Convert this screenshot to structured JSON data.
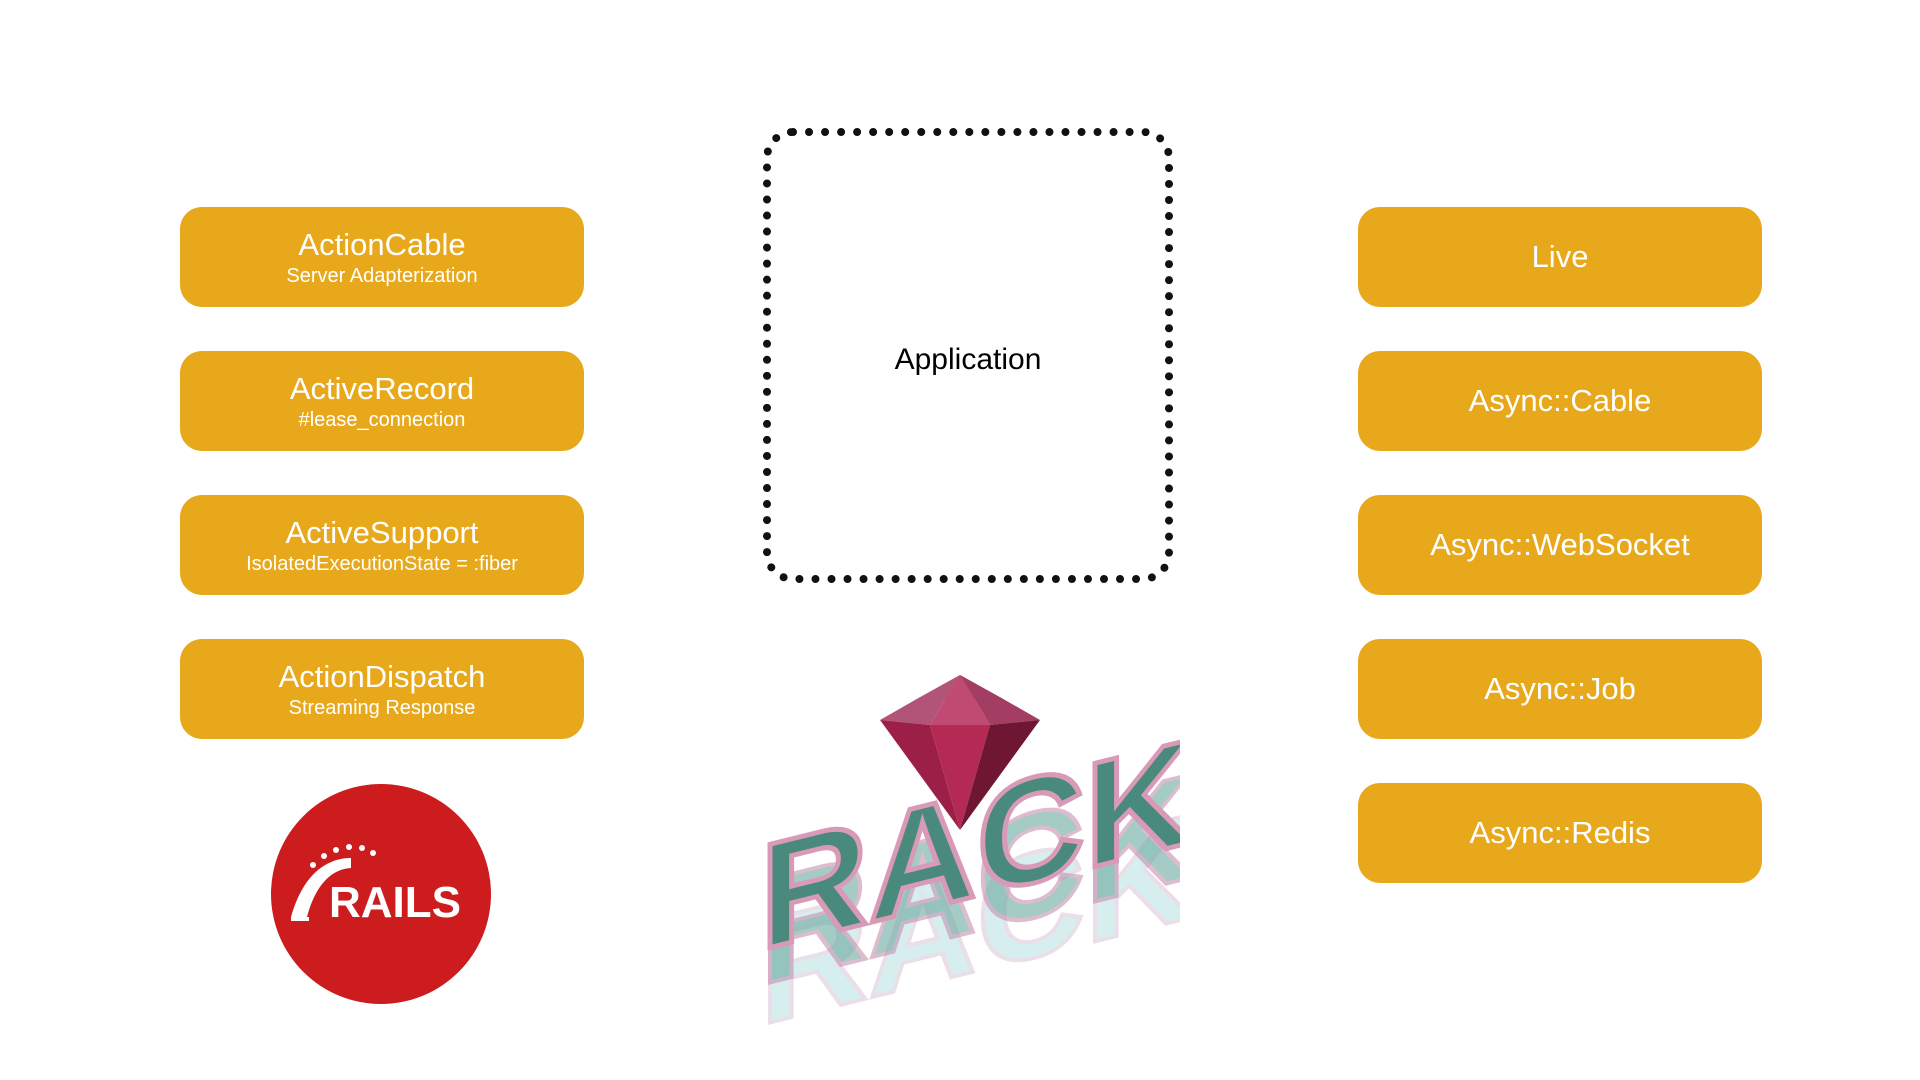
{
  "left_column": [
    {
      "title": "ActionCable",
      "subtitle": "Server Adapterization"
    },
    {
      "title": "ActiveRecord",
      "subtitle": "#lease_connection"
    },
    {
      "title": "ActiveSupport",
      "subtitle": "IsolatedExecutionState = :fiber"
    },
    {
      "title": "ActionDispatch",
      "subtitle": "Streaming Response"
    }
  ],
  "right_column": [
    {
      "title": "Live"
    },
    {
      "title": "Async::Cable"
    },
    {
      "title": "Async::WebSocket"
    },
    {
      "title": "Async::Job"
    },
    {
      "title": "Async::Redis"
    }
  ],
  "center": {
    "application_label": "Application"
  },
  "logos": {
    "rails": {
      "text": "RAILS",
      "color": "#cc1c1e"
    },
    "rack": {
      "text": "RACK",
      "gem_color": "#9b1f47",
      "letter_color": "#4a8a7c"
    }
  },
  "colors": {
    "box_fill": "#e8a81c",
    "box_text": "#ffffff"
  }
}
